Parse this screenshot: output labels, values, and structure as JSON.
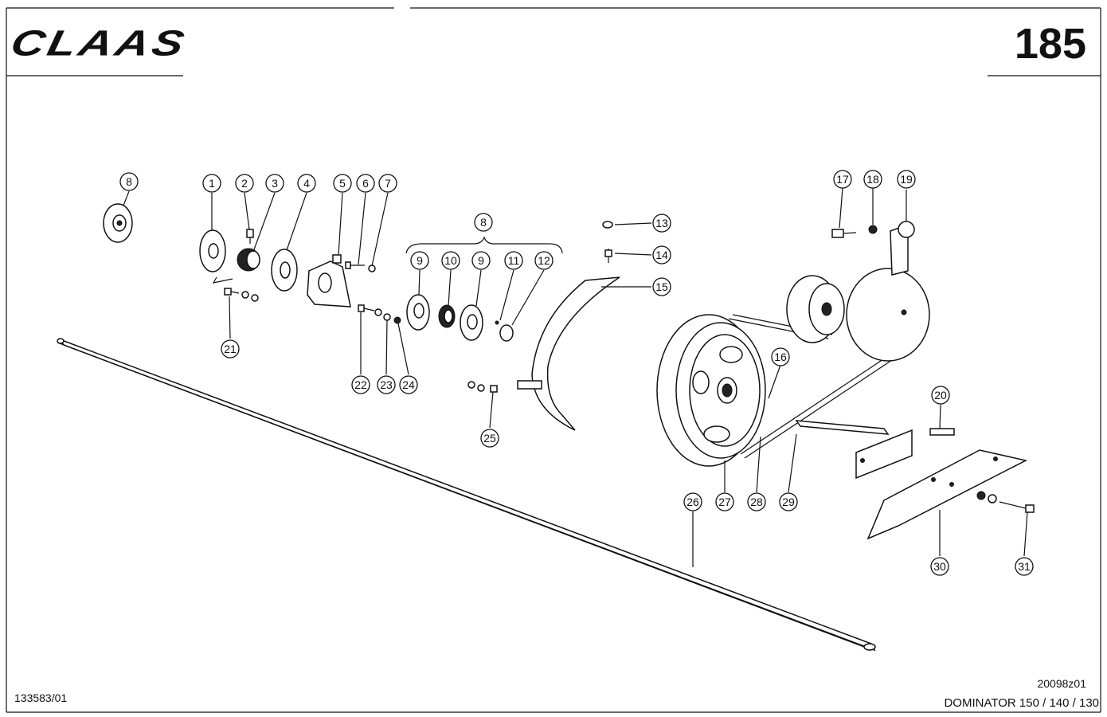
{
  "header": {
    "brand": "CLAAS",
    "page_number": "185"
  },
  "footer": {
    "drawing_number": "133583/01",
    "diagram_code": "20098z01",
    "model": "DOMINATOR 150  / 140 / 130"
  },
  "callouts": [
    {
      "id": "c8a",
      "label": "8"
    },
    {
      "id": "c1",
      "label": "1"
    },
    {
      "id": "c2",
      "label": "2"
    },
    {
      "id": "c3",
      "label": "3"
    },
    {
      "id": "c4",
      "label": "4"
    },
    {
      "id": "c5",
      "label": "5"
    },
    {
      "id": "c6",
      "label": "6"
    },
    {
      "id": "c7",
      "label": "7"
    },
    {
      "id": "c8b",
      "label": "8"
    },
    {
      "id": "c9a",
      "label": "9"
    },
    {
      "id": "c10",
      "label": "10"
    },
    {
      "id": "c9b",
      "label": "9"
    },
    {
      "id": "c11",
      "label": "11"
    },
    {
      "id": "c12",
      "label": "12"
    },
    {
      "id": "c13",
      "label": "13"
    },
    {
      "id": "c14",
      "label": "14"
    },
    {
      "id": "c15",
      "label": "15"
    },
    {
      "id": "c16",
      "label": "16"
    },
    {
      "id": "c17",
      "label": "17"
    },
    {
      "id": "c18",
      "label": "18"
    },
    {
      "id": "c19",
      "label": "19"
    },
    {
      "id": "c20",
      "label": "20"
    },
    {
      "id": "c21",
      "label": "21"
    },
    {
      "id": "c22",
      "label": "22"
    },
    {
      "id": "c23",
      "label": "23"
    },
    {
      "id": "c24",
      "label": "24"
    },
    {
      "id": "c25",
      "label": "25"
    },
    {
      "id": "c26",
      "label": "26"
    },
    {
      "id": "c27",
      "label": "27"
    },
    {
      "id": "c28",
      "label": "28"
    },
    {
      "id": "c29",
      "label": "29"
    },
    {
      "id": "c30",
      "label": "30"
    },
    {
      "id": "c31",
      "label": "31"
    }
  ]
}
